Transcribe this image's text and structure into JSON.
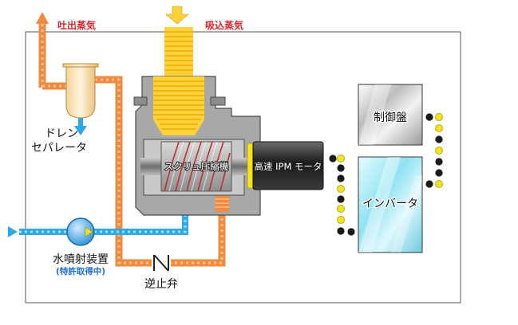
{
  "labels": {
    "discharge_steam": "吐出蒸気",
    "intake_steam": "吸込蒸気",
    "drain_separator_line1": "ドレン",
    "drain_separator_line2": "セパレータ",
    "water_injector": "水噴射装置",
    "patent_note": "(特許取得中)",
    "check_valve": "逆止弁",
    "screw_compressor": "スクリュ圧縮機",
    "ipm_motor": "高速 IPM モータ",
    "control_panel": "制御盤",
    "inverter": "インバータ"
  },
  "colors": {
    "steam_pipe": "#f08a3c",
    "steam_pipe_dash": "#ffc59a",
    "water_pipe": "#2ea8e8",
    "water_pipe_dash": "#a6dcf8",
    "intake": "#ffd23a",
    "red_label": "#e0242b",
    "blue_label": "#1f6fd0",
    "casing": "#a8a8a8",
    "motor": "#2a2a2a",
    "cable_black": "#1a1a1a",
    "cable_yellow": "#f3e31b"
  },
  "icons": {
    "flow_arrow": "arrow-icon",
    "check_valve": "check-valve-icon",
    "pump": "pump-icon"
  }
}
